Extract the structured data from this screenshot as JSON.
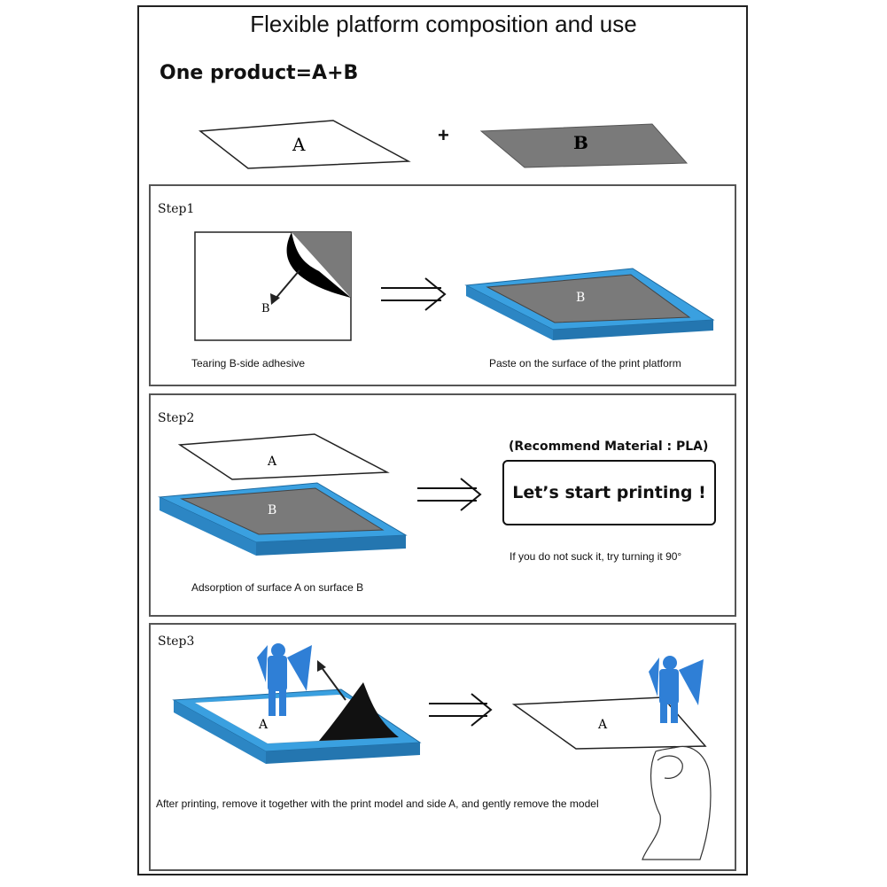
{
  "title": "Flexible platform composition and use",
  "subtitle": "One product=A+B",
  "intro": {
    "sheet_a_label": "A",
    "plus": "+",
    "sheet_b_label": "B"
  },
  "step1": {
    "label": "Step1",
    "peel_label": "B",
    "platform_label": "B",
    "caption_left": "Tearing B-side adhesive",
    "caption_right": "Paste on the surface of the print platform"
  },
  "step2": {
    "label": "Step2",
    "sheet_a_label": "A",
    "platform_label": "B",
    "recommend": "(Recommend Material : PLA)",
    "start_printing": "Let’s start printing !",
    "hint": "If you do not suck it, try turning it 90°",
    "caption": "Adsorption of surface A on surface B"
  },
  "step3": {
    "label": "Step3",
    "platform_label": "A",
    "sheet_label": "A",
    "caption": "After printing, remove it together with the print model and side A, and gently remove the model"
  },
  "colors": {
    "platform_blue": "#3aa0e0",
    "sheet_gray": "#7a7a7a",
    "model_blue": "#2f7fd6"
  }
}
